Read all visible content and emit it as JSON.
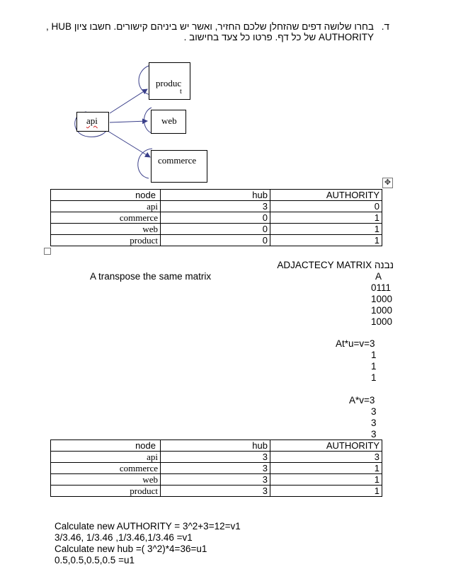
{
  "question": {
    "marker": "ד.",
    "line1": "בחרו שלושה דפים שהזחלן שלכם החזיר, ואשר יש ביניהם קישורים. חשבו ציון HUB ,",
    "line2": "AUTHORITY של כל דף. פרטו כל צעד בחישוב ."
  },
  "diagram": {
    "nodes": {
      "api": "api",
      "web": "web",
      "product": "produc",
      "product_tail": "t",
      "commerce": "commerce"
    }
  },
  "table1": {
    "headers": [
      "node",
      "hub",
      "AUTHORITY"
    ],
    "rows": [
      [
        "api",
        "3",
        "0"
      ],
      [
        "commerce",
        "0",
        "1"
      ],
      [
        "web",
        "0",
        "1"
      ],
      [
        "product",
        "0",
        "1"
      ]
    ]
  },
  "matrix": {
    "title": "נבנה ADJACTECY MATRIX",
    "label": "A",
    "rows": [
      "0111",
      "1000",
      "1000",
      "1000"
    ],
    "transpose_note": "A transpose  the same matrix"
  },
  "calc1": {
    "head": "At*u=v=3",
    "values": [
      "1",
      "1",
      "1"
    ]
  },
  "calc2": {
    "head": "A*v=3",
    "values": [
      "3",
      "3",
      "3"
    ]
  },
  "table2": {
    "headers": [
      "node",
      "hub",
      "AUTHORITY"
    ],
    "rows": [
      [
        "api",
        "3",
        "3"
      ],
      [
        "commerce",
        "3",
        "1"
      ],
      [
        "web",
        "3",
        "1"
      ],
      [
        "product",
        "3",
        "1"
      ]
    ]
  },
  "footer": {
    "line1": "Calculate new AUTHORITY = 3^2+3=12=v1",
    "line2": " 3/3.46, 1/3.46 ,1/3.46,1/3.46 =v1",
    "line3": "Calculate new hub =( 3^2)*4=36=u1",
    "line4": "0.5,0.5,0.5,0.5 =u1"
  }
}
